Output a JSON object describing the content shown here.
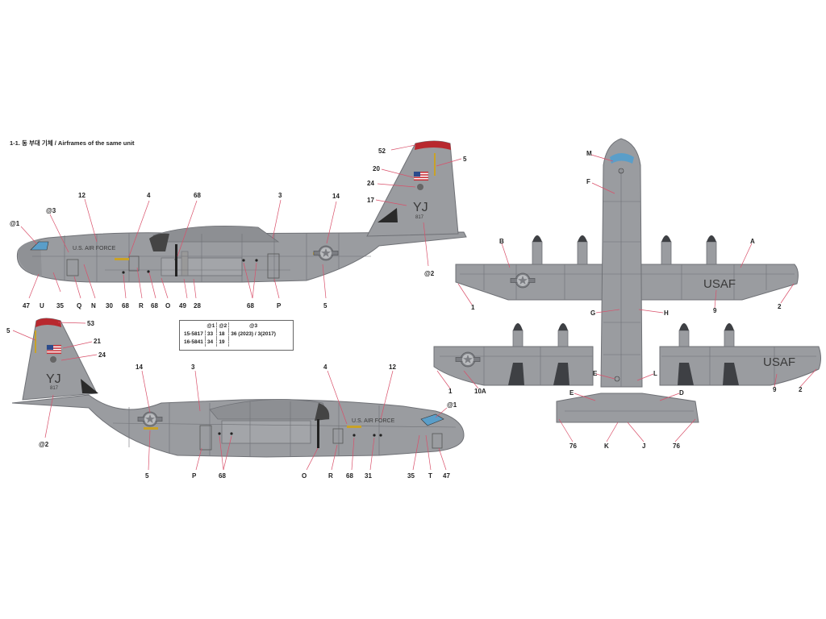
{
  "heading": "1-1. 동 부대 기체 / Airframes of the same unit",
  "colors": {
    "airframe_gray": "#9a9ca0",
    "panel_line": "#6f7176",
    "dark_gray": "#55575b",
    "tail_red": "#b8282e",
    "callout_line": "#d9506a",
    "canopy_blue": "#5a9ec9",
    "stripe_yellow": "#c9a227"
  },
  "markings": {
    "us_air_force": "U.S. AIR FORCE",
    "tail_code": "YJ",
    "tail_serial": "817",
    "usaf": "USAF"
  },
  "top_side_callouts": [
    "@1",
    "@3",
    "12",
    "4",
    "68",
    "3",
    "14",
    "52",
    "5",
    "20",
    "24",
    "17",
    "@2",
    "47",
    "U",
    "35",
    "Q",
    "N",
    "30",
    "68",
    "R",
    "68",
    "O",
    "49",
    "28",
    "68",
    "P",
    "5"
  ],
  "bottom_side_callouts": [
    "5",
    "53",
    "21",
    "24",
    "14",
    "3",
    "4",
    "12",
    "@1",
    "@2",
    "5",
    "P",
    "68",
    "O",
    "R",
    "68",
    "31",
    "35",
    "T",
    "47"
  ],
  "plan_callouts": [
    "M",
    "F",
    "B",
    "A",
    "1",
    "9",
    "2",
    "G",
    "H",
    "E",
    "L",
    "10A",
    "1",
    "9",
    "2",
    "E",
    "D",
    "76",
    "K",
    "J",
    "76"
  ],
  "table": {
    "headers": [
      "@1",
      "@2",
      "@3"
    ],
    "rows": [
      {
        "serial": "15-5817",
        "c1": "33",
        "c2": "18",
        "c3": "36 (2023) / 3(2017)"
      },
      {
        "serial": "16-5841",
        "c1": "34",
        "c2": "19",
        "c3": ""
      }
    ]
  },
  "icons": [
    "roundel-icon",
    "us-flag-icon",
    "unit-badge-icon"
  ]
}
